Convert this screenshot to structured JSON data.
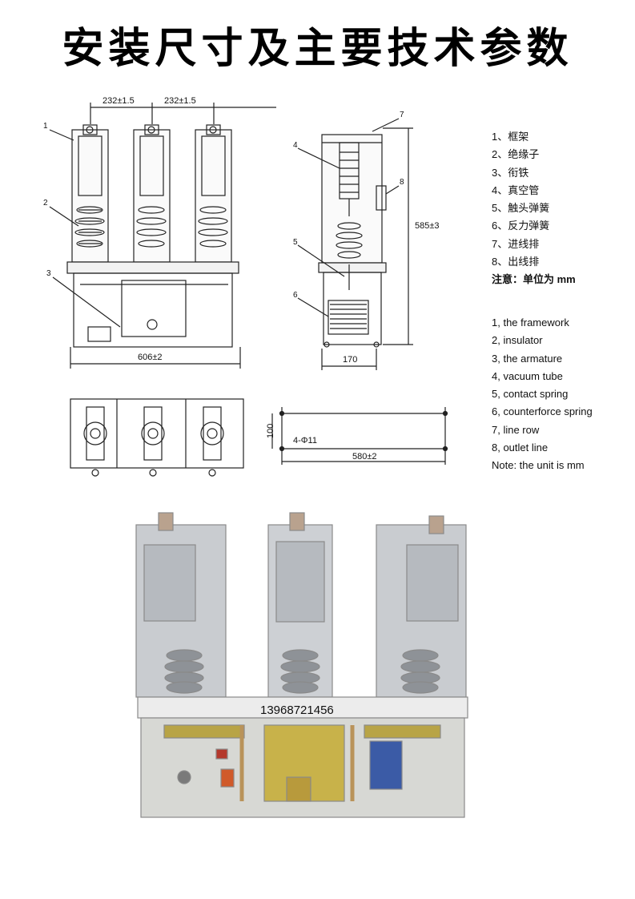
{
  "title": "安装尺寸及主要技术参数",
  "legend_cn": [
    "1、框架",
    "2、绝缘子",
    "3、衔铁",
    "4、真空管",
    "5、触头弹簧",
    "6、反力弹簧",
    "7、进线排",
    "8、出线排",
    "注意：单位为 mm"
  ],
  "legend_en": [
    "1, the framework",
    "2, insulator",
    "3, the armature",
    "4, vacuum tube",
    "5, contact spring",
    "6, counterforce spring",
    "7, line row",
    "8, outlet line",
    "Note: the unit is mm"
  ],
  "front_view": {
    "dim_left": "232±1.5",
    "dim_right": "232±1.5",
    "dim_width": "606±2",
    "callouts": [
      "1",
      "2",
      "3"
    ]
  },
  "side_view": {
    "dim_height": "585±3",
    "dim_depth": "170",
    "callouts": [
      "4",
      "5",
      "6",
      "7",
      "8"
    ]
  },
  "mount_view": {
    "dim_spacing": "100",
    "dim_length": "580±2",
    "holes": "4-Φ11"
  },
  "photo": {
    "phone": "13968721456"
  }
}
